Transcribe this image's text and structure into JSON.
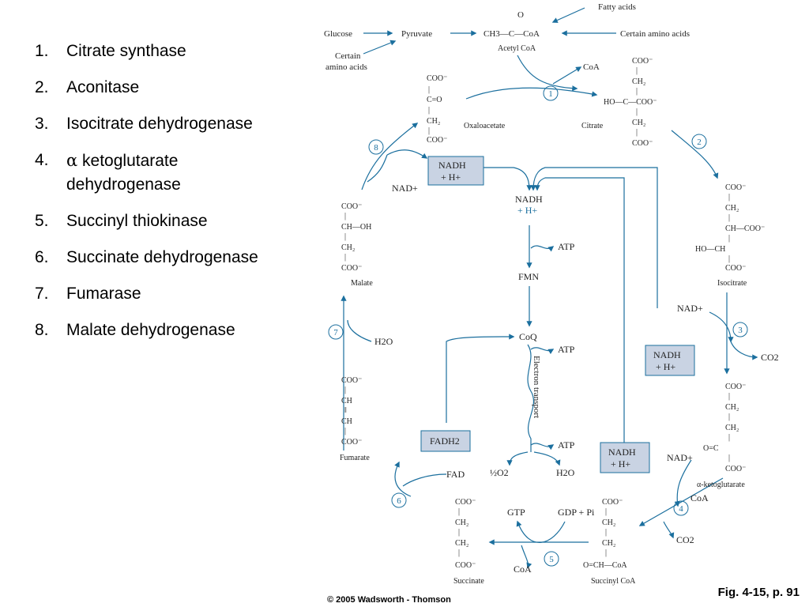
{
  "enzymes": [
    {
      "num": "1.",
      "name": "Citrate synthase"
    },
    {
      "num": "2.",
      "name": "Aconitase"
    },
    {
      "num": "3.",
      "name": "Isocitrate dehydrogenase"
    },
    {
      "num": "4.",
      "greek": "α",
      "name": "ketoglutarate dehydrogenase"
    },
    {
      "num": "5.",
      "name": "Succinyl thiokinase"
    },
    {
      "num": "6.",
      "name": "Succinate dehydrogenase"
    },
    {
      "num": "7.",
      "name": "Fumarase"
    },
    {
      "num": "8.",
      "name": "Malate dehydrogenase"
    }
  ],
  "figure_ref": "Fig. 4-15, p. 91",
  "copyright": "© 2005 Wadsworth - Thomson",
  "diagram": {
    "glucose": "Glucose",
    "pyruvate": "Pyruvate",
    "acetyl_coa_formula": "CH3—C—CoA",
    "acetyl_coa_carbonyl": "O",
    "acetyl_coa": "Acetyl CoA",
    "fatty_acids": "Fatty acids",
    "certain_amino_acids_right": "Certain amino acids",
    "certain_amino_acids_left_1": "Certain",
    "certain_amino_acids_left_2": "amino acids",
    "coa": "CoA",
    "oxaloacetate": "Oxaloacetate",
    "citrate": "Citrate",
    "isocitrate": "Isocitrate",
    "alpha_ketoglutarate": "α-ketoglutarate",
    "succinyl_coa": "Succinyl CoA",
    "succinate": "Succinate",
    "fumarate": "Fumarate",
    "malate": "Malate",
    "nad_plus": "NAD+",
    "nadh": "NADH",
    "h_plus": "+ H+",
    "co2": "CO2",
    "h2o": "H2O",
    "fad": "FAD",
    "fadh2": "FADH2",
    "gtp": "GTP",
    "gdp_pi": "GDP + Pi",
    "atp": "ATP",
    "fmn": "FMN",
    "coq": "CoQ",
    "half_o2": "½O2",
    "electron_transport": "Electron transport",
    "step_numbers": [
      "1",
      "2",
      "3",
      "4",
      "5",
      "6",
      "7",
      "8"
    ],
    "line_color": "#1b6f9e",
    "box_color": "#c9d3e3"
  }
}
